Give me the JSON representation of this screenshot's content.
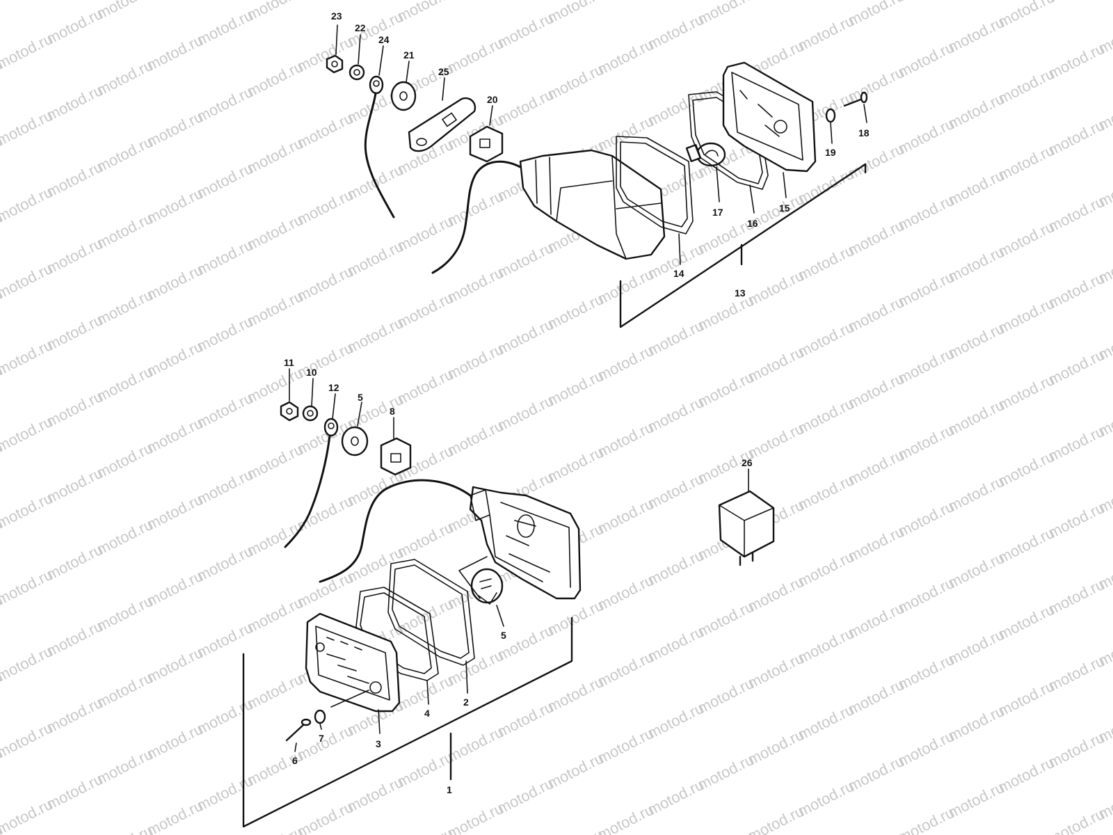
{
  "watermark": {
    "text": "motod.ru"
  },
  "labels": {
    "l1": "1",
    "l2": "2",
    "l3": "3",
    "l4": "4",
    "l5a": "5",
    "l5b": "5",
    "l6": "6",
    "l7": "7",
    "l8": "8",
    "l10": "10",
    "l11": "11",
    "l12": "12",
    "l13": "13",
    "l14": "14",
    "l15": "15",
    "l16": "16",
    "l17": "17",
    "l18": "18",
    "l19": "19",
    "l20": "20",
    "l21": "21",
    "l22": "22",
    "l23": "23",
    "l24": "24",
    "l25": "25",
    "l26": "26"
  }
}
